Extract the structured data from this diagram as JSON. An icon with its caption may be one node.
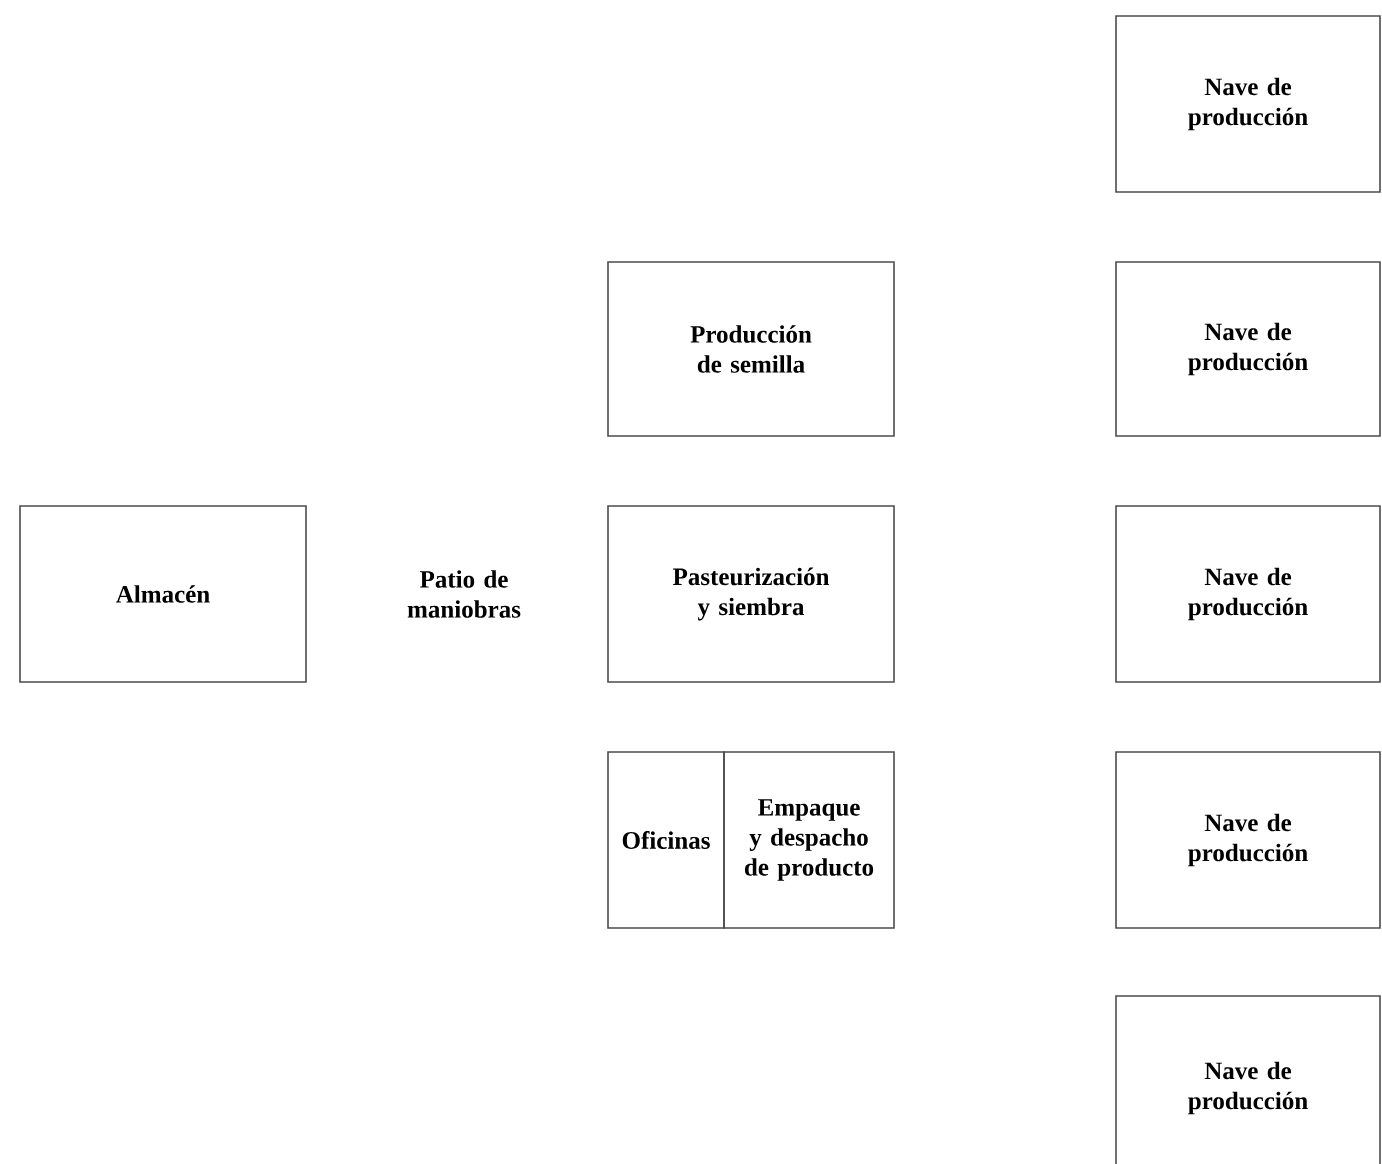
{
  "diagram": {
    "nodes": [
      {
        "text": [
          "Nave de producción"
        ]
      },
      {
        "text": [
          "Producción de semilla"
        ]
      },
      {
        "text": [
          "Nave de producción"
        ]
      },
      {
        "text": [
          "Almacén"
        ]
      },
      {
        "text": [
          "Pasteurización y siembra"
        ]
      },
      {
        "text": [
          "Nave de producción"
        ]
      },
      {
        "text": [
          "Oficinas"
        ]
      },
      {
        "text": [
          "Empaque y despacho de producto"
        ]
      },
      {
        "text": [
          "Nave de producción"
        ]
      },
      {
        "text": [
          "Nave de producción"
        ]
      }
    ],
    "edges": [],
    "labels": [
      "Patio de maniobras"
    ]
  }
}
